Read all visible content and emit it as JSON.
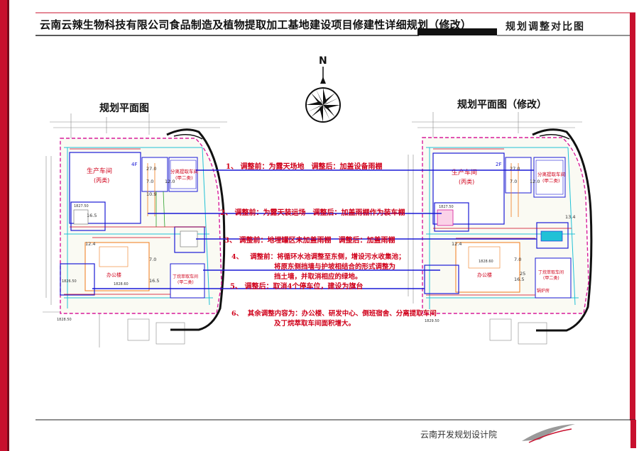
{
  "header": {
    "title": "云南云辣生物科技有限公司食品制造及植物提取加工基地建设项目修建性详细规划（修改）",
    "subtitle": "规划调整对比图"
  },
  "compass": {
    "label": "N"
  },
  "plans": {
    "left_title": "规划平面图",
    "right_title": "规划平面图（修改）"
  },
  "buildings": {
    "production_workshop": "生产车间",
    "production_class": "(丙类)",
    "extraction_workshop": "分离提取车间",
    "extraction_class": "(甲二类)",
    "office": "办公楼",
    "butane_workshop": "丁烷萃取车间",
    "butane_class": "(甲二类)",
    "boiler_room": "锅炉房",
    "fourf": "4F",
    "twof": "2F"
  },
  "dimensions": [
    "27.0",
    "7.0",
    "12.0",
    "10.9",
    "16.5",
    "7.0",
    "13.4",
    "12.4",
    "7.0",
    "16.5",
    "25"
  ],
  "elevations": [
    "1827.50",
    "1828.60",
    "1826.50",
    "1828.50",
    "1829.50",
    "1828.60"
  ],
  "notes": [
    {
      "num": "1、",
      "text": "调整前：为露天场地　调整后：加盖设备雨棚"
    },
    {
      "num": "2、",
      "text": "调整前：为露天装运场　调整后：加盖雨棚作为装车棚"
    },
    {
      "num": "3、",
      "text": "调整前：地埋罐区未加盖雨棚　调整后：加盖雨棚"
    },
    {
      "num": "4、",
      "text": "调整前：将循环水池调整至东侧，增设污水收集池；",
      "line2": "将原东侧挡墙与护坡相结合的形式调整为",
      "line3": "挡土墙，并取消相应的绿地。"
    },
    {
      "num": "5、",
      "text": "调整后：取消4个停车位，建设为旗台"
    },
    {
      "num": "6、",
      "text": "其余调整内容为：办公楼、研发中心、倒班宿舍、分离提取车间",
      "line2": "及丁烷萃取车间面积增大。"
    }
  ],
  "footer": {
    "org": "云南开发规划设计院"
  },
  "colors": {
    "red_accent": "#c8102e",
    "note_red": "#d0001a",
    "link_blue": "#1a1ad6",
    "site_magenta": "#d81b9a",
    "road_cyan": "#21c1d6"
  }
}
